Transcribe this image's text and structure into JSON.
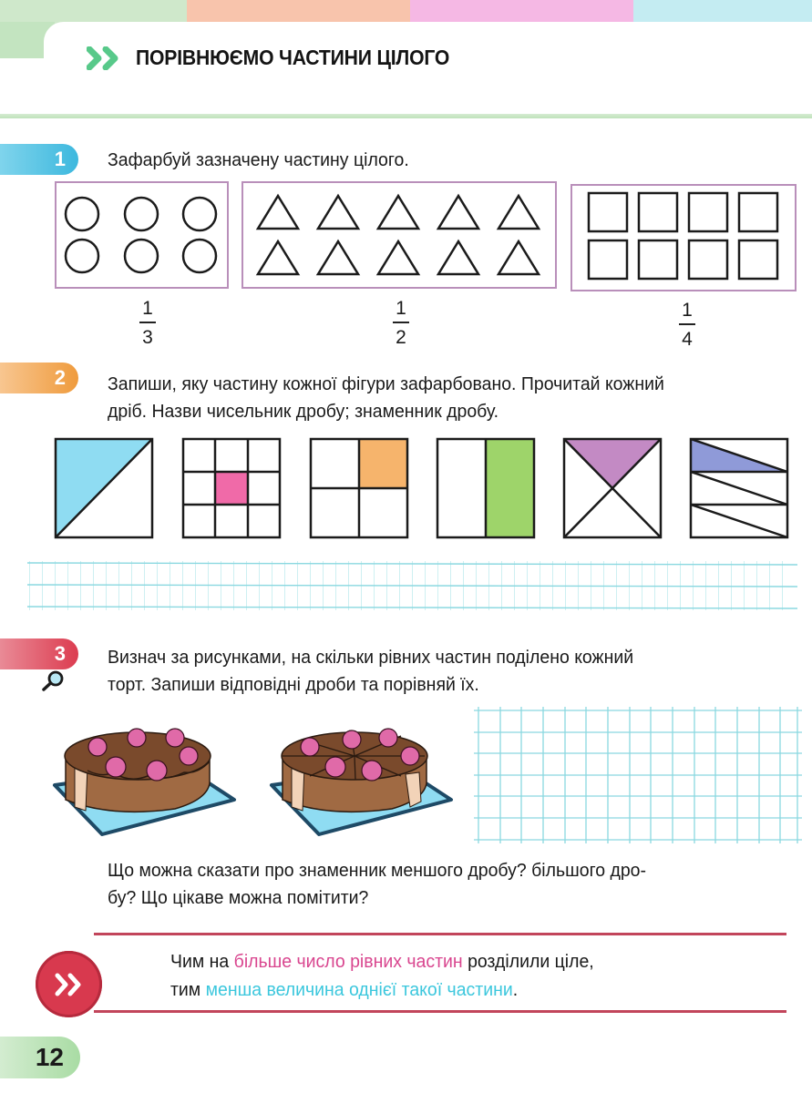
{
  "header": {
    "title": "ПОРІВНЮЄМО ЧАСТИНИ ЦІЛОГО",
    "strip_colors": [
      "#cfe8cb",
      "#f8c4ac",
      "#f5b8e4",
      "#c4ecf2"
    ],
    "chevron_color": "#58c98a"
  },
  "task1": {
    "number": "1",
    "badge_color": "#3db8de",
    "instruction": "Зафарбуй зазначену частину цілого.",
    "groups": [
      {
        "shape": "circle",
        "count": 6,
        "fraction": {
          "numerator": "1",
          "denominator": "3"
        }
      },
      {
        "shape": "triangle",
        "count": 10,
        "fraction": {
          "numerator": "1",
          "denominator": "2"
        }
      },
      {
        "shape": "square",
        "count": 8,
        "fraction": {
          "numerator": "1",
          "denominator": "4"
        }
      }
    ]
  },
  "task2": {
    "number": "2",
    "badge_color": "#ef9b3d",
    "instruction_line1": "Запиши, яку частину кожної фігури зафарбовано. Прочитай кожний",
    "instruction_line2": "дріб. Назви чисельник дробу; знаменник дробу.",
    "figures": [
      {
        "name": "square-diagonal-half",
        "fill": "#8fdcf2",
        "shaded": "1/2"
      },
      {
        "name": "square-3x3-grid",
        "fill": "#f06aa8",
        "shaded": "1/9"
      },
      {
        "name": "square-2x2-grid",
        "fill": "#f6b46c",
        "shaded": "1/4"
      },
      {
        "name": "square-vertical-half",
        "fill": "#9ed46a",
        "shaded": "1/2"
      },
      {
        "name": "square-x-quarters",
        "fill": "#c38ac4",
        "shaded": "1/4"
      },
      {
        "name": "square-six-triangles",
        "fill": "#8f9ad8",
        "shaded": "1/6"
      }
    ]
  },
  "task3": {
    "number": "3",
    "badge_color": "#dc3c50",
    "instruction_line1": "Визнач за рисунками, на скільки рівних частин поділено кожний",
    "instruction_line2": "торт. Запиши відповідні дроби та порівняй їх.",
    "cakes": [
      {
        "name": "cake-one-slice-cut",
        "parts": 6
      },
      {
        "name": "cake-eight-slices",
        "parts": 8
      }
    ],
    "question_line1": "Що можна сказати про знаменник меншого дробу? більшого дро-",
    "question_line2": "бу? Що цікаве можна помітити?"
  },
  "rule": {
    "line1_a": "Чим на ",
    "line1_b": "більше число рівних частин",
    "line1_c": " розділили ціле,",
    "line2_a": "тим ",
    "line2_b": "менша величина однієї такої частини",
    "line2_c": "."
  },
  "footer": {
    "page_number": "12"
  }
}
